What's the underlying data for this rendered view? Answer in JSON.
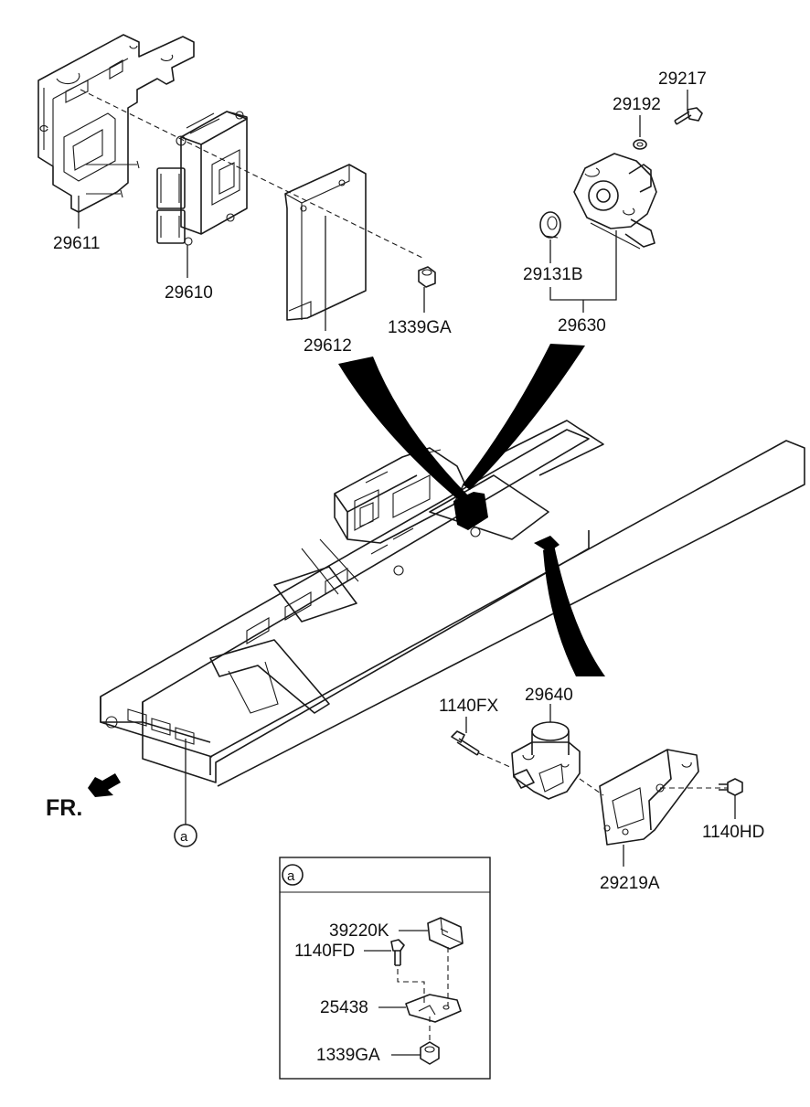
{
  "diagram": {
    "fr_label": "FR.",
    "callout_a": "a",
    "parts": {
      "p29611": "29611",
      "p29610": "29610",
      "p29612": "29612",
      "p1339GA_top": "1339GA",
      "p29217": "29217",
      "p29192": "29192",
      "p29131B": "29131B",
      "p29630": "29630",
      "p1140FX": "1140FX",
      "p29640": "29640",
      "p1140HD": "1140HD",
      "p29219A": "29219A"
    },
    "inset": {
      "label": "a",
      "parts": {
        "p39220K": "39220K",
        "p1140FD": "1140FD",
        "p25438": "25438",
        "p1339GA": "1339GA"
      }
    }
  }
}
